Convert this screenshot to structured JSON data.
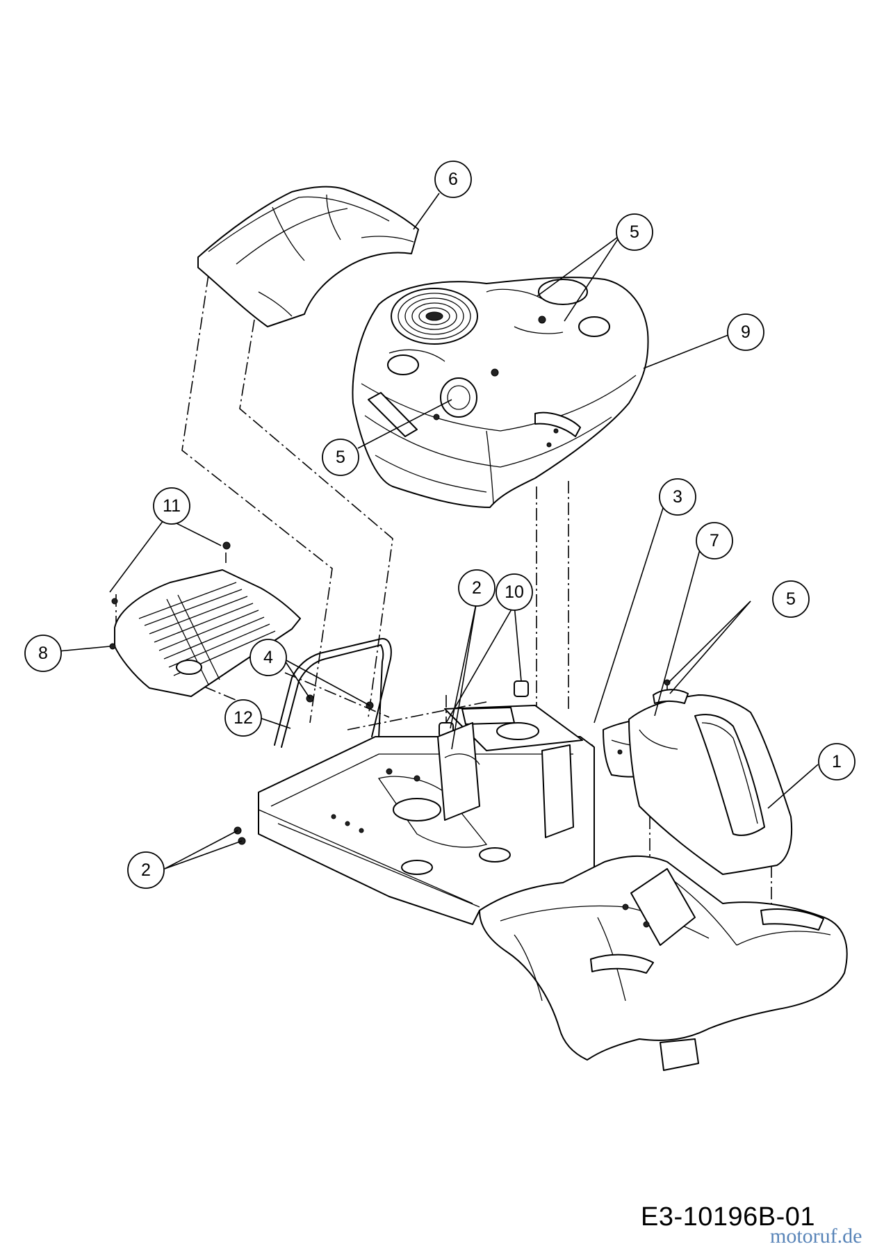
{
  "diagram": {
    "code": "E3-10196B-01",
    "watermark": "motoruf.de",
    "callouts": [
      {
        "id": "c6",
        "label": "6"
      },
      {
        "id": "c5a",
        "label": "5"
      },
      {
        "id": "c9",
        "label": "9"
      },
      {
        "id": "c5b",
        "label": "5"
      },
      {
        "id": "c11",
        "label": "11"
      },
      {
        "id": "c8",
        "label": "8"
      },
      {
        "id": "c3",
        "label": "3"
      },
      {
        "id": "c7",
        "label": "7"
      },
      {
        "id": "c2a",
        "label": "2"
      },
      {
        "id": "c10",
        "label": "10"
      },
      {
        "id": "c5c",
        "label": "5"
      },
      {
        "id": "c4",
        "label": "4"
      },
      {
        "id": "c12",
        "label": "12"
      },
      {
        "id": "c1",
        "label": "1"
      },
      {
        "id": "c2b",
        "label": "2"
      }
    ]
  }
}
